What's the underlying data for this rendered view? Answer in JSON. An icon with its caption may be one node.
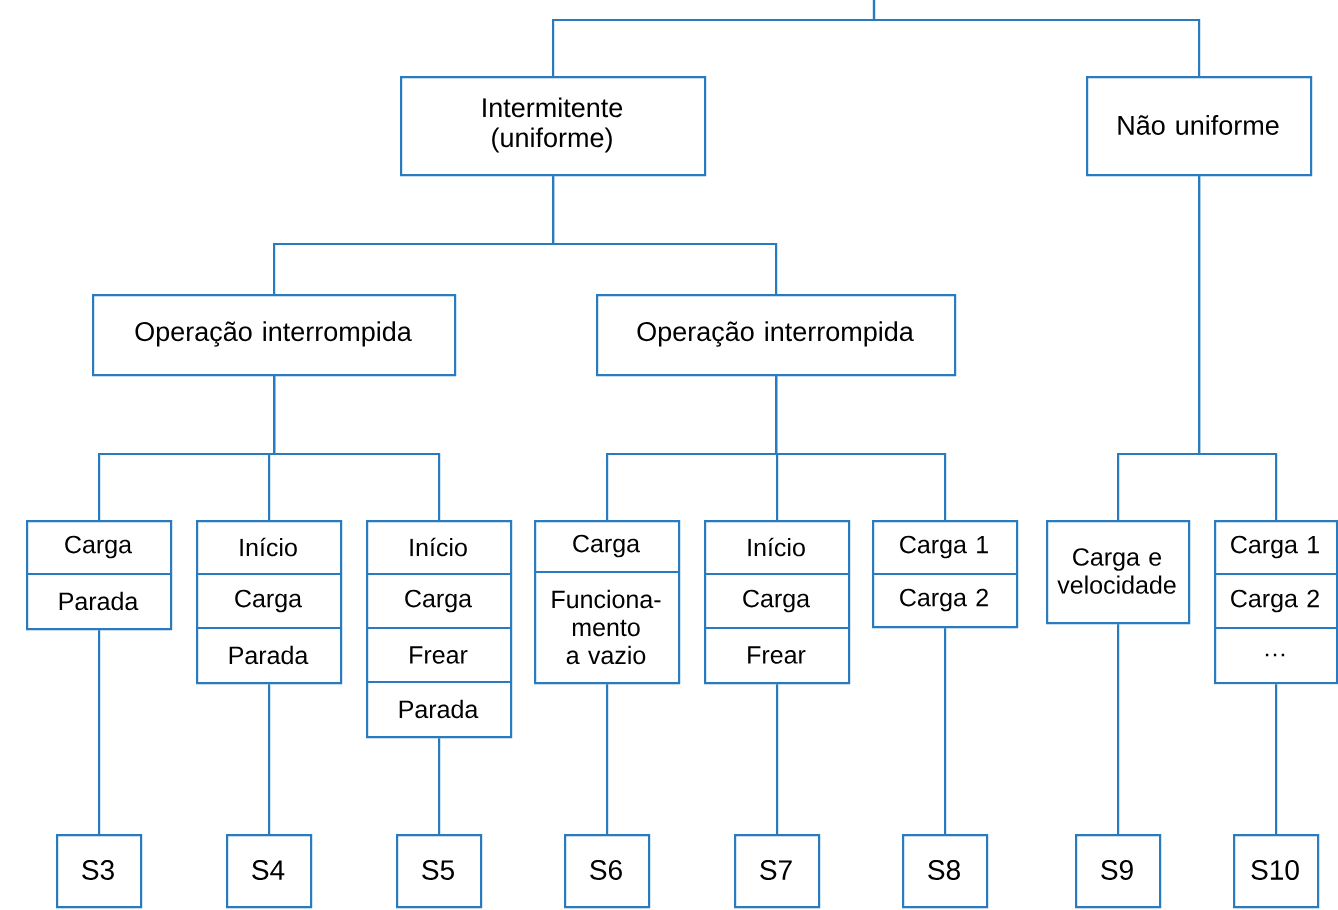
{
  "diagram": {
    "nodes": [
      {
        "text": [
          "Intermitente (uniforme)"
        ]
      },
      {
        "text": [
          "Não uniforme"
        ]
      },
      {
        "text": [
          "Operação interrompida"
        ]
      },
      {
        "text": [
          "Operação interrompida"
        ]
      },
      {
        "text": [
          "Carga",
          "Parada"
        ]
      },
      {
        "text": [
          "Início",
          "Carga",
          "Parada"
        ]
      },
      {
        "text": [
          "Início",
          "Carga",
          "Frear",
          "Parada"
        ]
      },
      {
        "text": [
          "Carga",
          "Funciona-mento a vazio"
        ]
      },
      {
        "text": [
          "Início",
          "Carga",
          "Frear"
        ]
      },
      {
        "text": [
          "Carga 1",
          "Carga 2"
        ]
      },
      {
        "text": [
          "Carga e velocidade"
        ]
      },
      {
        "text": [
          "Carga 1",
          "Carga 2",
          "…"
        ]
      },
      {
        "text": [
          "S3"
        ]
      },
      {
        "text": [
          "S4"
        ]
      },
      {
        "text": [
          "S5"
        ]
      },
      {
        "text": [
          "S6"
        ]
      },
      {
        "text": [
          "S7"
        ]
      },
      {
        "text": [
          "S8"
        ]
      },
      {
        "text": [
          "S9"
        ]
      },
      {
        "text": [
          "S10"
        ]
      }
    ],
    "edges": [
      {
        "from": null,
        "to": 0,
        "arrow": "none"
      },
      {
        "from": null,
        "to": 1,
        "arrow": "none"
      },
      {
        "from": 0,
        "to": 2,
        "arrow": "none"
      },
      {
        "from": 0,
        "to": 3,
        "arrow": "none"
      },
      {
        "from": 2,
        "to": 4,
        "arrow": "none"
      },
      {
        "from": 2,
        "to": 5,
        "arrow": "none"
      },
      {
        "from": 2,
        "to": 6,
        "arrow": "none"
      },
      {
        "from": 3,
        "to": 7,
        "arrow": "none"
      },
      {
        "from": 3,
        "to": 8,
        "arrow": "none"
      },
      {
        "from": 3,
        "to": 9,
        "arrow": "none"
      },
      {
        "from": 1,
        "to": 10,
        "arrow": "none"
      },
      {
        "from": 1,
        "to": 11,
        "arrow": "none"
      },
      {
        "from": 4,
        "to": 12,
        "arrow": "none"
      },
      {
        "from": 5,
        "to": 13,
        "arrow": "none"
      },
      {
        "from": 6,
        "to": 14,
        "arrow": "none"
      },
      {
        "from": 7,
        "to": 15,
        "arrow": "none"
      },
      {
        "from": 8,
        "to": 16,
        "arrow": "none"
      },
      {
        "from": 9,
        "to": 17,
        "arrow": "none"
      },
      {
        "from": 10,
        "to": 18,
        "arrow": "none"
      },
      {
        "from": 11,
        "to": 19,
        "arrow": "none"
      }
    ]
  }
}
